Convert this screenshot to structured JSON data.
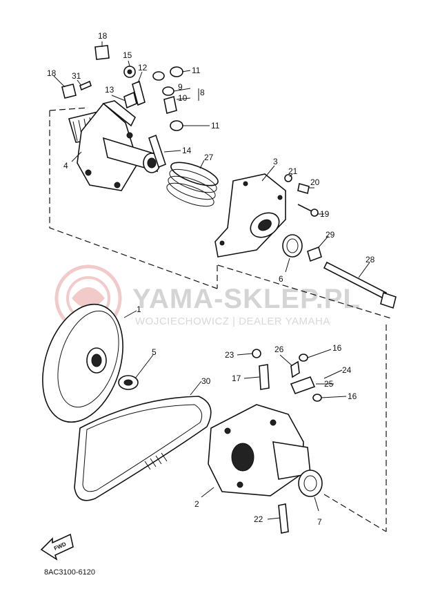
{
  "diagram": {
    "drawing_code": "8AC3100-6120",
    "fwd_label": "FWD",
    "watermark": {
      "brand": "YAMA-SKLEP.PL",
      "dealer": "WOJCIECHOWICZ | DEALER YAMAHA",
      "logo_color": "#e9a0a0",
      "text_color": "#d4d4d4"
    },
    "callouts": {
      "p1": "1",
      "p2": "2",
      "p3": "3",
      "p4": "4",
      "p5": "5",
      "p6": "6",
      "p7": "7",
      "p8": "8",
      "p9": "9",
      "p10": "10",
      "p11a": "11",
      "p11b": "11",
      "p12": "12",
      "p13": "13",
      "p14": "14",
      "p15": "15",
      "p16a": "16",
      "p16b": "16",
      "p17": "17",
      "p18a": "18",
      "p18b": "18",
      "p19": "19",
      "p20": "20",
      "p21": "21",
      "p22": "22",
      "p23": "23",
      "p24": "24",
      "p25": "25",
      "p26": "26",
      "p27": "27",
      "p28": "28",
      "p29": "29",
      "p30": "30",
      "p31": "31"
    }
  }
}
